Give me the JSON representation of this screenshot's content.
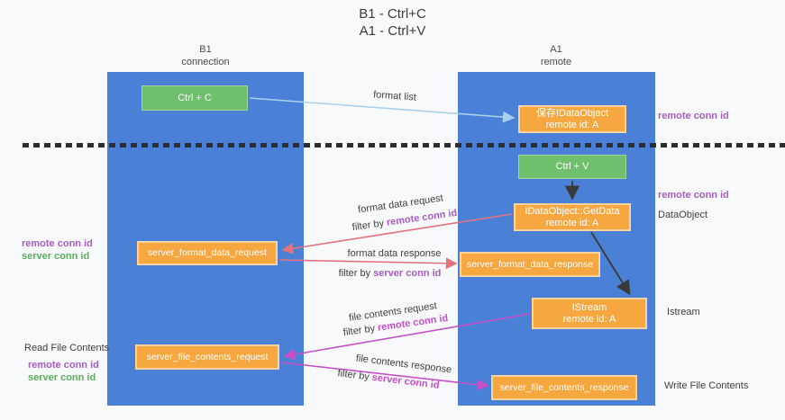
{
  "title": {
    "line1": "B1 - Ctrl+C",
    "line2": "A1 - Ctrl+V"
  },
  "lanes": {
    "left": {
      "title": "B1",
      "subtitle": "connection"
    },
    "right": {
      "title": "A1",
      "subtitle": "remote"
    }
  },
  "boxes": {
    "ctrl_c": {
      "label": "Ctrl + C"
    },
    "save_idataobject": {
      "line1": "保存IDataObject",
      "line2": "remote id: A"
    },
    "ctrl_v": {
      "label": "Ctrl + V"
    },
    "getdata": {
      "line1": "IDataObject::GetData",
      "line2": "remote id: A"
    },
    "server_format_data_request": {
      "label": "server_format_data_request"
    },
    "server_format_data_response": {
      "label": "server_format_data_response"
    },
    "istream": {
      "line1": "IStream",
      "line2": "remote id: A"
    },
    "server_file_contents_request": {
      "label": "server_file_contents_request"
    },
    "server_file_contents_response": {
      "label": "server_file_contents_response"
    }
  },
  "flow_labels": {
    "format_list": "format list",
    "format_data_request": "format data request",
    "format_data_response": "format data response",
    "file_contents_request": "file contents request",
    "file_contents_response": "file contents response",
    "filter_by": "filter by ",
    "remote_conn_id": "remote conn id",
    "server_conn_id": "server conn id"
  },
  "side_labels": {
    "remote_conn_id": "remote conn id",
    "server_conn_id": "server conn id",
    "dataobject": "DataObject",
    "istream": "Istream",
    "read_file_contents": "Read File Contents",
    "write_file_contents": "Write File Contents"
  },
  "colors": {
    "lane": "#4a81d6",
    "green_box": "#6fbf6d",
    "orange_box": "#f6a73f",
    "purple": "#a85cc4",
    "magenta": "#c74ec7",
    "green_label": "#5aad5c",
    "arrow_blue": "#a9d1ee",
    "arrow_red": "#e2727c",
    "arrow_magenta": "#c94fc9",
    "arrow_black": "#3a3a3a"
  }
}
